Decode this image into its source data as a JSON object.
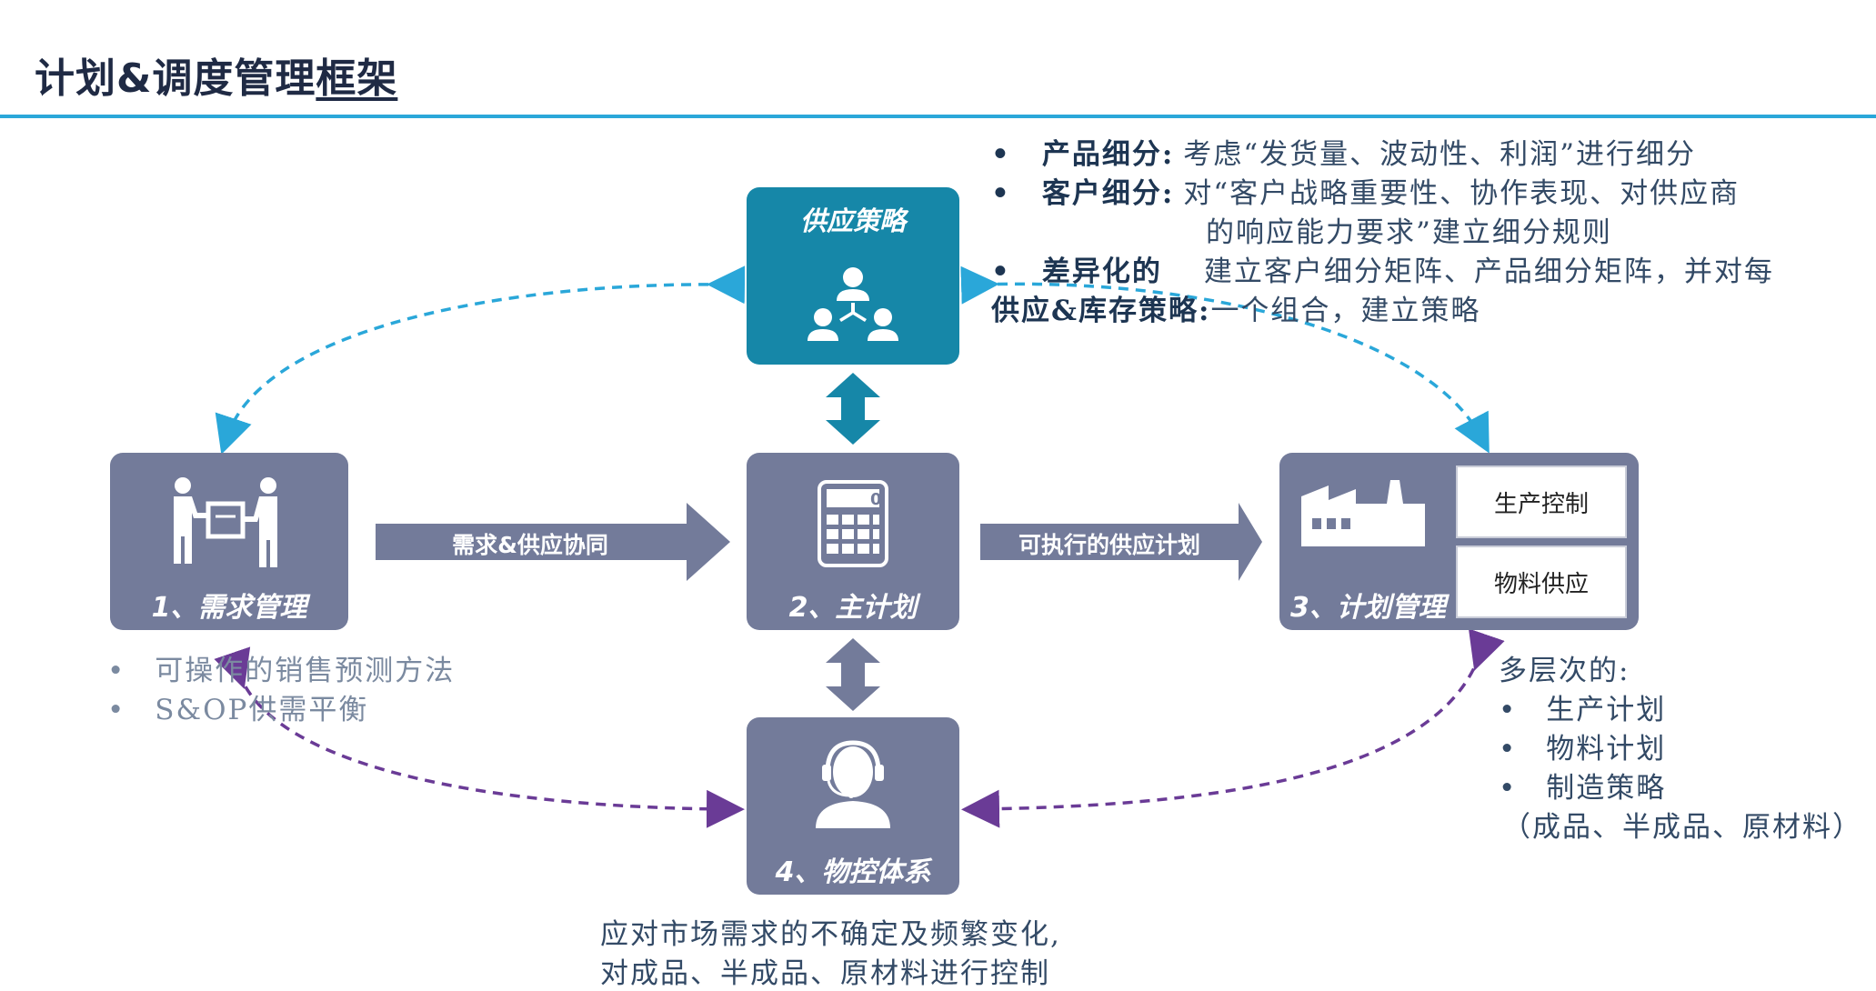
{
  "title": {
    "main": "计划&调度管理",
    "underlined": "框架"
  },
  "nodes": {
    "supply_strategy": {
      "label": "供应策略"
    },
    "demand_mgmt": {
      "label": "1、需求管理"
    },
    "master_plan": {
      "label": "2、主计划"
    },
    "plan_mgmt": {
      "label": "3、计划管理",
      "sub_items": [
        "生产控制",
        "物料供应"
      ]
    },
    "material_control": {
      "label": "4、物控体系"
    }
  },
  "arrows": {
    "demand_supply": "需求&供应协同",
    "executable_plan": "可执行的供应计划"
  },
  "top_notes": [
    {
      "bullet": "•",
      "key": "产品细分:",
      "text": "考虑“发货量、波动性、利润”进行细分"
    },
    {
      "bullet": "•",
      "key": "客户细分:",
      "text": "对“客户战略重要性、协作表现、对供应商",
      "text2": "的响应能力要求”建立细分规则"
    },
    {
      "bullet": "•",
      "key": "差异化的",
      "key2": "供应&库存策略:",
      "text": "建立客户细分矩阵、产品细分矩阵，并对每",
      "text2": "一个组合，建立策略"
    }
  ],
  "left_notes": [
    {
      "bullet": "•",
      "text": "可操作的销售预测方法"
    },
    {
      "bullet": "•",
      "text": "S&OP供需平衡"
    }
  ],
  "right_notes": {
    "heading": "多层次的:",
    "items": [
      {
        "bullet": "•",
        "text": "生产计划"
      },
      {
        "bullet": "•",
        "text": "物料计划"
      },
      {
        "bullet": "•",
        "text": "制造策略"
      }
    ],
    "footer": "（成品、半成品、原材料）"
  },
  "bottom_note": {
    "line1": "应对市场需求的不确定及频繁变化,",
    "line2": "对成品、半成品、原材料进行控制"
  },
  "colors": {
    "node": "#737b9a",
    "strategy": "#1687a8",
    "arrow": "#737b9a",
    "dashed_blue": "#2aa7d9",
    "dashed_purple": "#6a3b96",
    "title_rule": "#2aa7d9"
  }
}
